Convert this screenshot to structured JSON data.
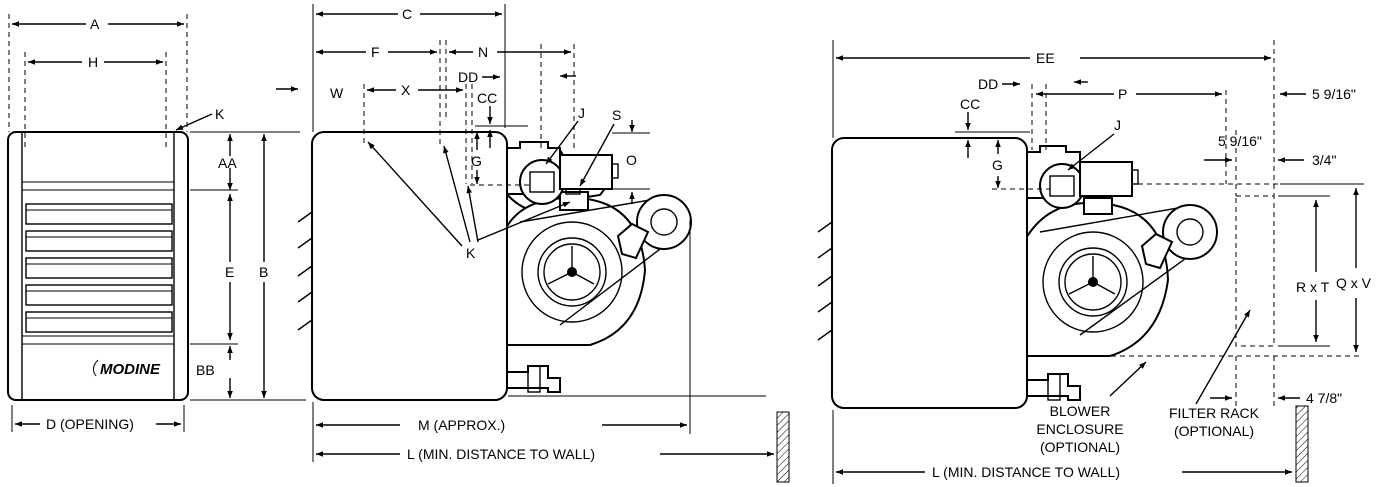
{
  "labels": {
    "A": "A",
    "H": "H",
    "K": "K",
    "AA": "AA",
    "E": "E",
    "B": "B",
    "BB": "BB",
    "D_opening": "D (OPENING)",
    "logo": "MODINE",
    "C": "C",
    "F": "F",
    "N": "N",
    "W": "W",
    "X": "X",
    "DD": "DD",
    "CC": "CC",
    "G": "G",
    "J": "J",
    "S": "S",
    "O": "O",
    "K_mid": "K",
    "M_approx": "M (APPROX.)",
    "L_min_dist": "L (MIN. DISTANCE TO WALL)",
    "EE": "EE",
    "DD_r": "DD",
    "CC_r": "CC",
    "G_r": "G",
    "P": "P",
    "J_r": "J",
    "dim_5_9_16_a": "5 9/16\"",
    "dim_5_9_16_b": "5 9/16\"",
    "dim_3_4": "3/4\"",
    "dim_4_7_8": "4 7/8\"",
    "QxV": "Q x V",
    "RxT": "R x T",
    "blower_1": "BLOWER",
    "blower_2": "ENCLOSURE",
    "blower_3": "(OPTIONAL)",
    "filter_1": "FILTER RACK",
    "filter_2": "(OPTIONAL)",
    "L_min_dist_r": "L (MIN. DISTANCE TO WALL)"
  }
}
